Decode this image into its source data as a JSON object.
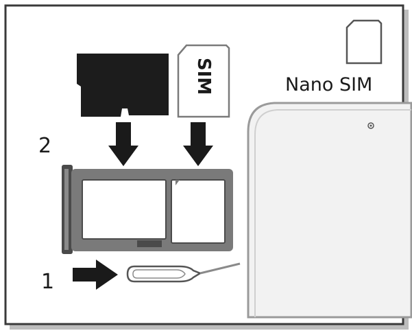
{
  "steps": {
    "one": "1",
    "two": "2"
  },
  "sim_card_label": "SIM",
  "nano_sim_label": "Nano SIM",
  "colors": {
    "frame_border": "#3a3a3a",
    "card_dark": "#1c1c1c",
    "tray_fill": "#7a7a7a",
    "tray_dark": "#4a4a4a",
    "arrow": "#1a1a1a",
    "phone_fill": "#f2f2f2",
    "phone_edge": "#9a9a9a"
  },
  "icons": {
    "memory_card": "microsd-card-icon",
    "sim_card": "sim-card-icon",
    "nano_sim": "nano-sim-icon",
    "tray": "sim-tray-icon",
    "eject_tool": "sim-eject-pin-icon",
    "phone": "phone-body-icon"
  }
}
